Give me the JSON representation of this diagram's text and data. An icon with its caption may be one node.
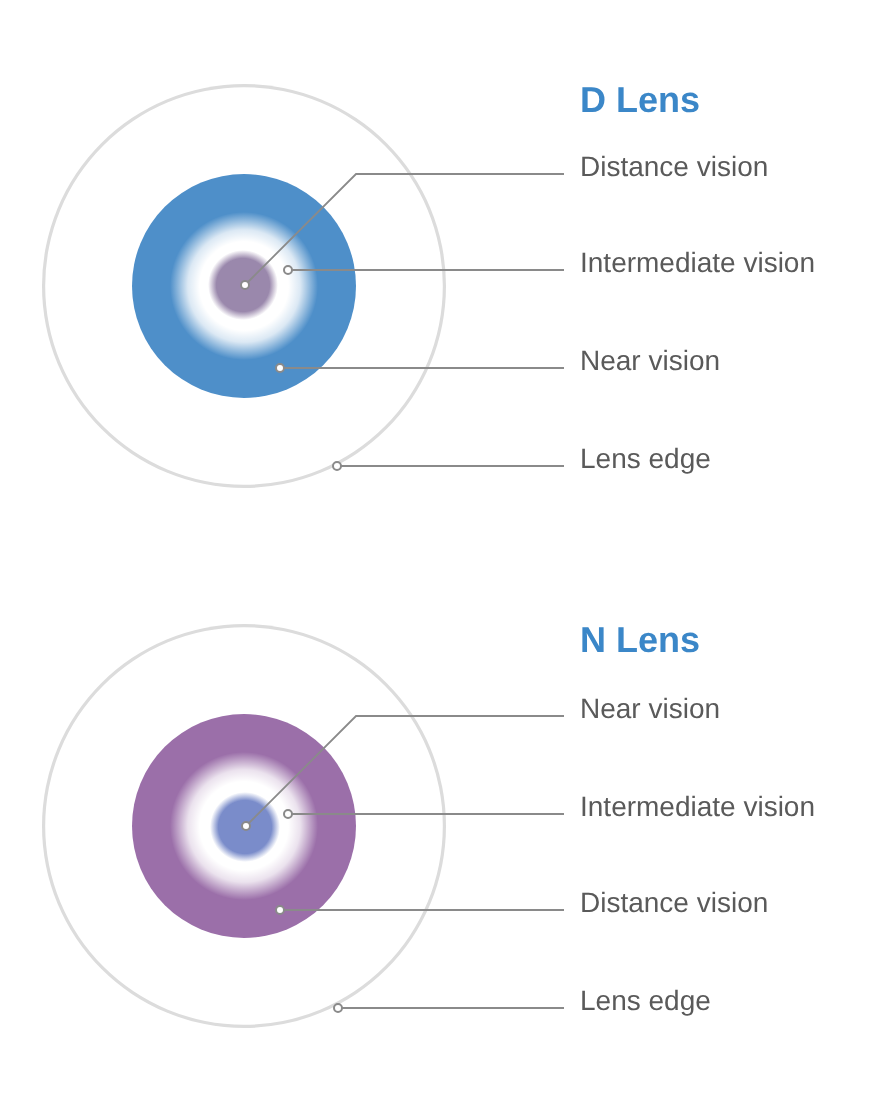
{
  "diagram": {
    "nodes": [
      {
        "text": [],
        "shape": "circle"
      },
      {
        "text": [],
        "shape": "circle",
        "in": 0
      },
      {
        "text": [],
        "shape": "circle",
        "in": 1
      },
      {
        "text": [],
        "shape": "circle",
        "in": 2
      },
      {
        "text": [
          "Distance vision"
        ]
      },
      {
        "text": [
          "Intermediate vision"
        ]
      },
      {
        "text": [
          "Near vision"
        ]
      },
      {
        "text": [
          "Lens edge"
        ]
      },
      {
        "text": [],
        "shape": "circle"
      },
      {
        "text": [],
        "shape": "circle",
        "in": 8
      },
      {
        "text": [],
        "shape": "circle",
        "in": 9
      },
      {
        "text": [],
        "shape": "circle",
        "in": 10
      },
      {
        "text": [
          "Near vision"
        ]
      },
      {
        "text": [
          "Intermediate vision"
        ]
      },
      {
        "text": [
          "Distance vision"
        ]
      },
      {
        "text": [
          "Lens edge"
        ]
      }
    ],
    "edges": [
      {
        "from": 4,
        "to": 3,
        "arrow": "other"
      },
      {
        "from": 5,
        "to": 2,
        "arrow": "other"
      },
      {
        "from": 6,
        "to": 1,
        "arrow": "other"
      },
      {
        "from": 7,
        "to": 0,
        "arrow": "other"
      },
      {
        "from": 12,
        "to": 11,
        "arrow": "other"
      },
      {
        "from": 13,
        "to": 10,
        "arrow": "other"
      },
      {
        "from": 14,
        "to": 9,
        "arrow": "other"
      },
      {
        "from": 15,
        "to": 8,
        "arrow": "other"
      }
    ],
    "labels": [
      "D Lens",
      "N Lens"
    ]
  }
}
